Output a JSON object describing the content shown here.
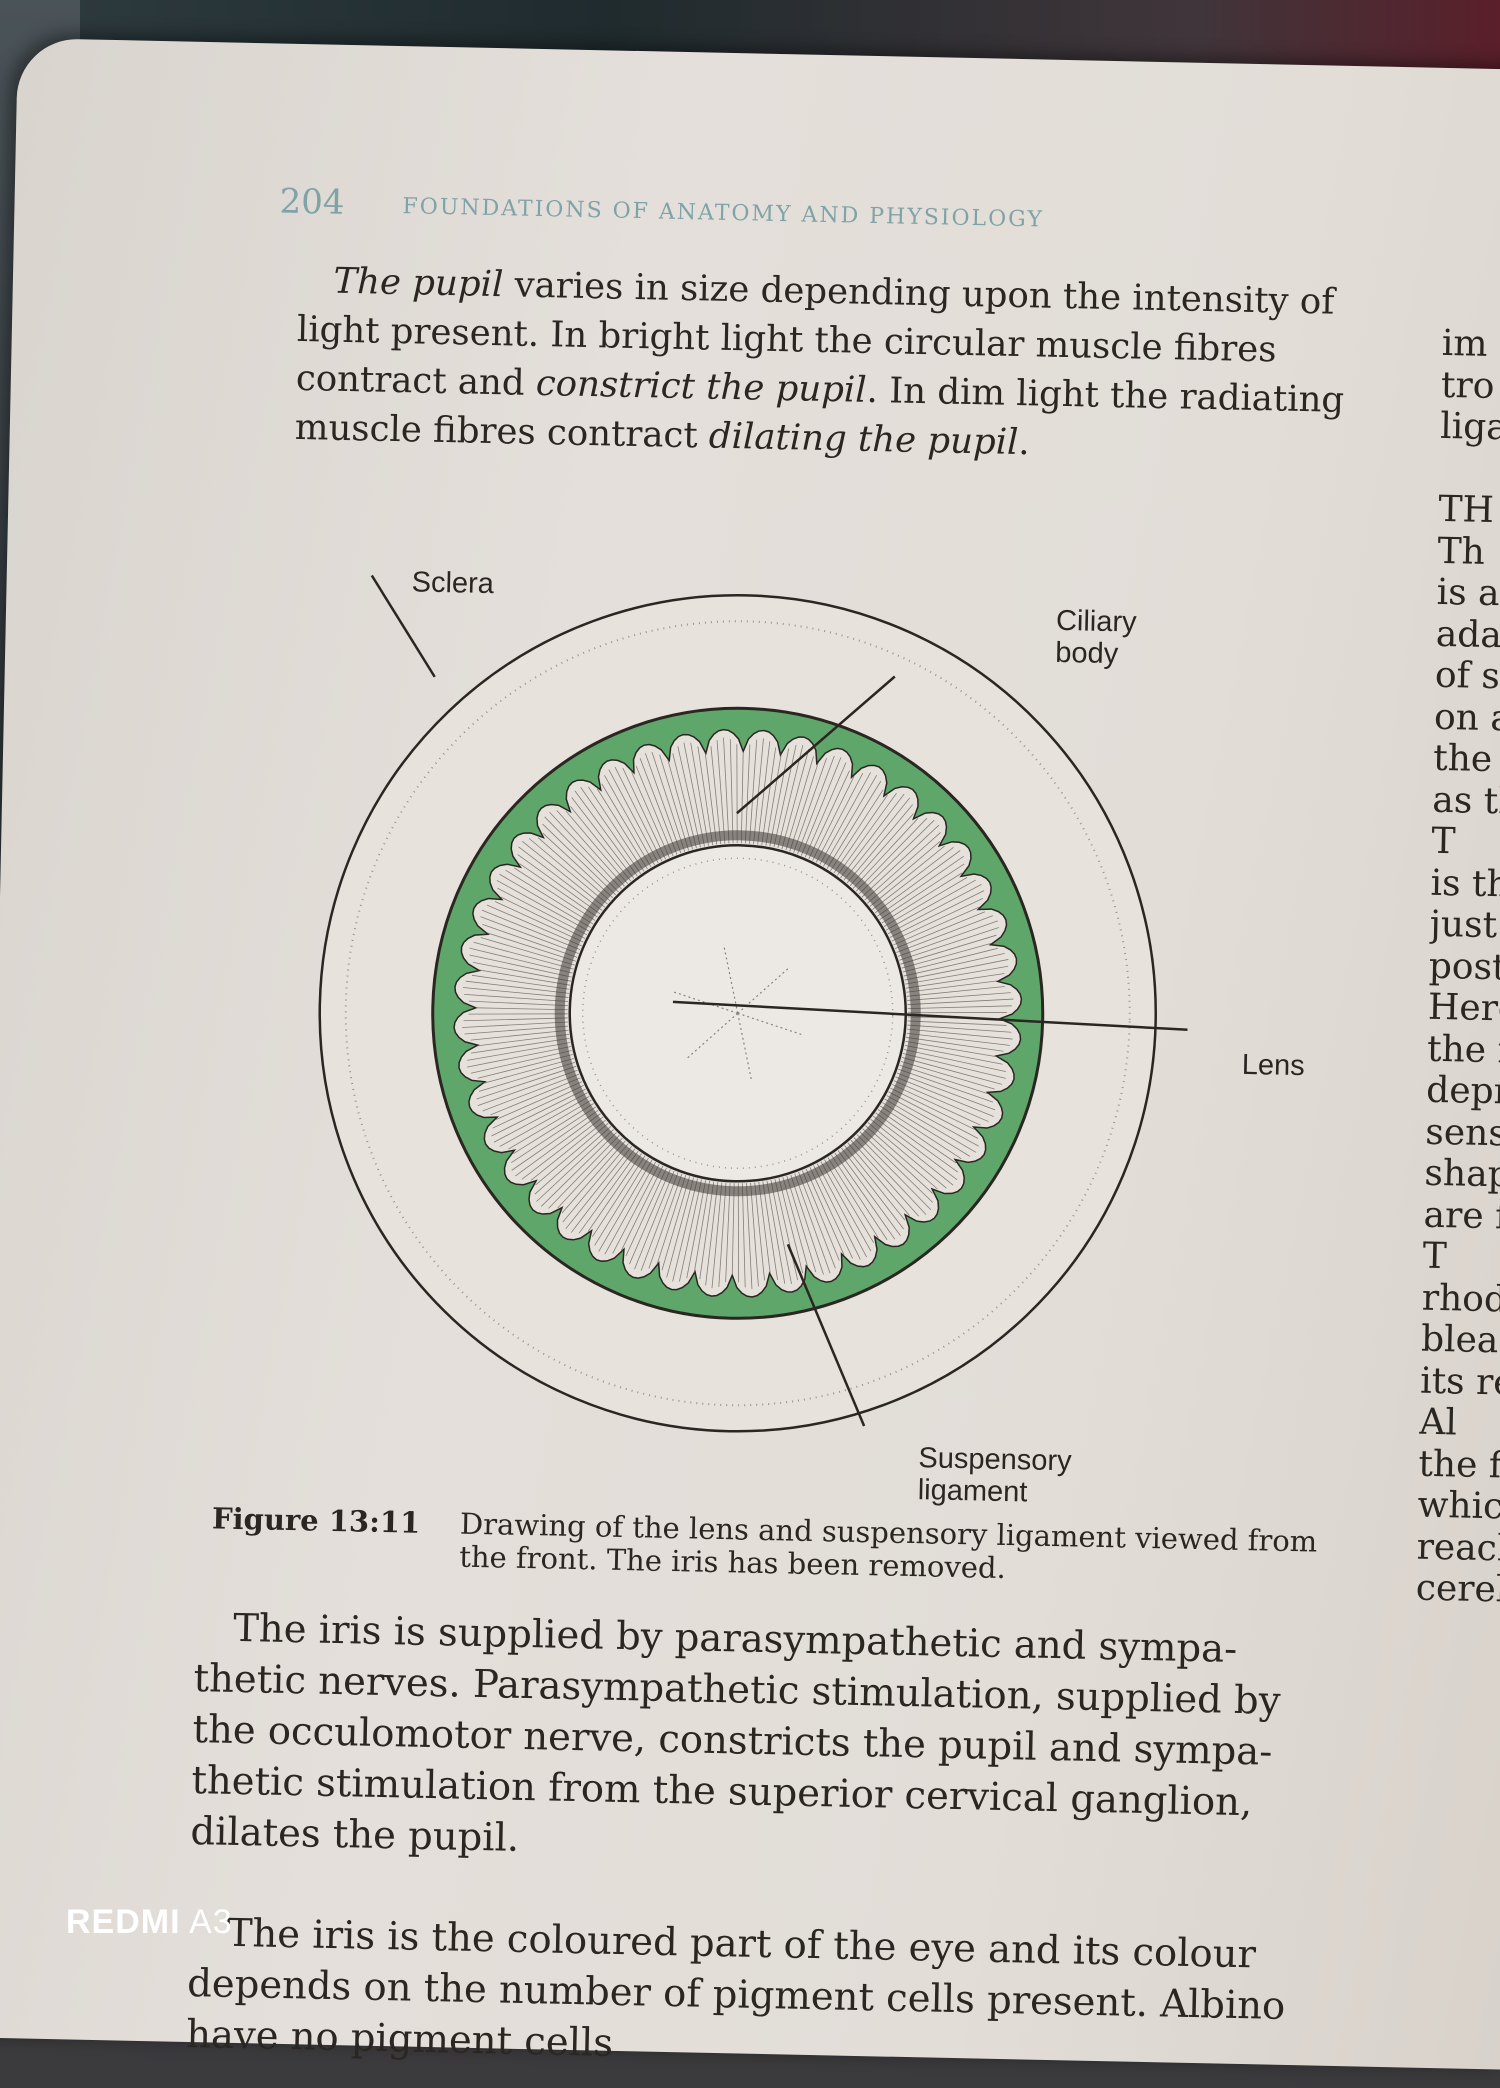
{
  "header": {
    "page_number": "204",
    "running_head": "FOUNDATIONS OF ANATOMY AND PHYSIOLOGY"
  },
  "para_pupil": {
    "l1_a": "The pupil",
    "l1_b": " varies in size depending upon the intensity of",
    "l2": "light present. In bright light the circular muscle fibres",
    "l3_a": "contract and ",
    "l3_b": "constrict the pupil",
    "l3_c": ". In dim light the radiating",
    "l4_a": "muscle fibres contract ",
    "l4_b": "dilating the pupil",
    "l4_c": "."
  },
  "figure": {
    "labels": {
      "sclera": "Sclera",
      "ciliary_1": "Ciliary",
      "ciliary_2": "body",
      "lens": "Lens",
      "suspensory_1": "Suspensory",
      "suspensory_2": "ligament"
    },
    "caption_number": "Figure 13:11",
    "caption_l1": "Drawing of the lens and suspensory ligament viewed from",
    "caption_l2": "the front. The iris has been removed.",
    "colors": {
      "ciliary_green": "#5fa66a",
      "line": "#2a2622"
    }
  },
  "para_iris": {
    "l1": "The iris is supplied by parasympathetic and sympa-",
    "l2": "thetic nerves. Parasympathetic stimulation, supplied by",
    "l3": "the occulomotor nerve, constricts the pupil and sympa-",
    "l4": "thetic stimulation from the superior cervical ganglion,",
    "l5": "dilates the pupil."
  },
  "para_iris2": {
    "l1": "The iris is the coloured part of the eye and its colour",
    "l2": "depends on the number of pigment cells present. Albino",
    "l3": "have no pigment cells"
  },
  "right_column": [
    "im",
    "tro",
    "liga",
    "",
    "TH",
    "Th",
    "is a",
    "ada",
    "of s",
    "on a",
    "the",
    "as th",
    "T",
    "is th",
    "just",
    "post",
    "Here",
    "the r",
    "depr",
    "sens",
    "shap",
    "are f",
    "T",
    "rhod",
    "bleac",
    "its re",
    "Al",
    "the fi",
    "which",
    "reach",
    "cereb"
  ],
  "watermark": {
    "brand": "REDMI",
    "model": " A3"
  }
}
